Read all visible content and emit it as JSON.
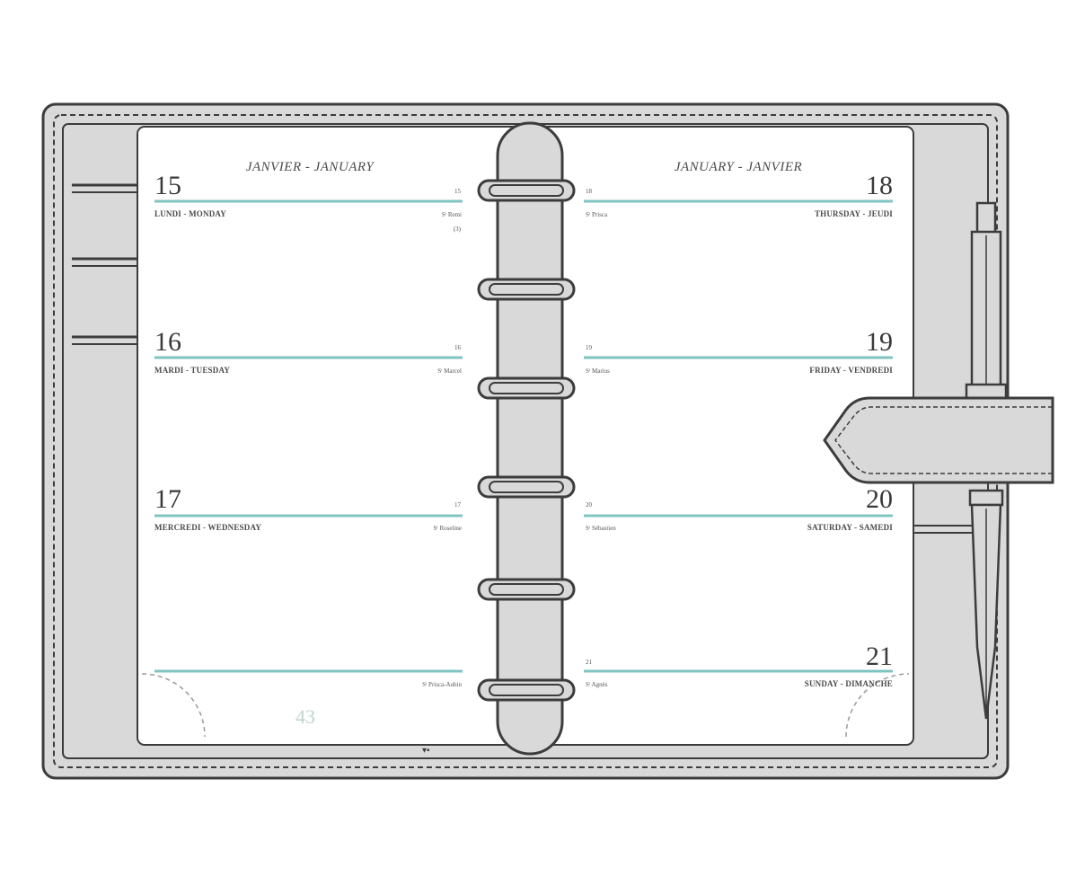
{
  "left_page": {
    "header": "JANVIER - JANUARY",
    "page_number": "43",
    "days": [
      {
        "number": "15",
        "name": "LUNDI - MONDAY",
        "corner": "15",
        "saint": "S<sup>t</sup> Remi",
        "extra": "(3)"
      },
      {
        "number": "16",
        "name": "MARDI - TUESDAY",
        "corner": "16",
        "saint": "S<sup>t</sup> Marcel"
      },
      {
        "number": "17",
        "name": "MERCREDI - WEDNESDAY",
        "corner": "17",
        "saint": "S<sup>t</sup> Roseline"
      },
      {
        "number": "",
        "name": "",
        "corner": "",
        "saint": "S<sup>t</sup>Prisca-Aubin"
      }
    ]
  },
  "right_page": {
    "header": "JANUARY - JANVIER",
    "days": [
      {
        "number": "18",
        "name": "THURSDAY - JEUDI",
        "corner": "18",
        "saint": "S<sup>t</sup> Prisca"
      },
      {
        "number": "19",
        "name": "FRIDAY - VENDREDI",
        "corner": "19",
        "saint": "S<sup>t</sup> Marius"
      },
      {
        "number": "20",
        "name": "SATURDAY - SAMEDI",
        "corner": "20",
        "saint": "S<sup>t</sup> Sébastien"
      },
      {
        "number": "21",
        "name": "SUNDAY - DIMANCHE",
        "corner": "21",
        "saint": "S<sup>t</sup> Agnès"
      }
    ]
  },
  "colors": {
    "cover": "#d9d9d9",
    "outline": "#3c3c3c",
    "page": "#ffffff",
    "rule": "#7fc4c0"
  },
  "icons": [
    "pen-icon",
    "binder-ring-icon",
    "closure-strap-icon"
  ]
}
